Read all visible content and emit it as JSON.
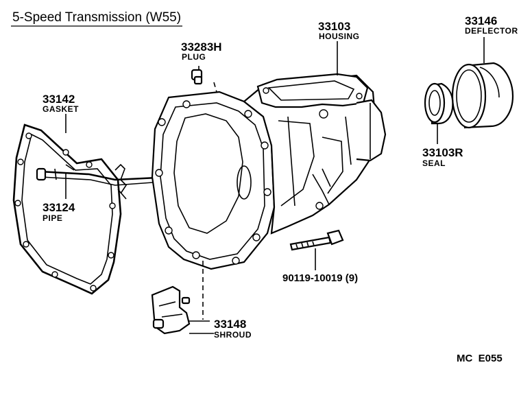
{
  "title": "5-Speed Transmission (W55)",
  "parts": [
    {
      "id": "housing",
      "number": "33103",
      "name": "HOUSING"
    },
    {
      "id": "plug",
      "number": "33283H",
      "name": "PLUG"
    },
    {
      "id": "deflector",
      "number": "33146",
      "name": "DEFLECTOR"
    },
    {
      "id": "gasket",
      "number": "33142",
      "name": "GASKET"
    },
    {
      "id": "pipe",
      "number": "33124",
      "name": "PIPE"
    },
    {
      "id": "seal",
      "number": "33103R",
      "name": "SEAL"
    },
    {
      "id": "bolt",
      "number": "90119-10019 (9)",
      "name": ""
    },
    {
      "id": "shroud",
      "number": "33148",
      "name": "SHROUD"
    }
  ],
  "code": "MC  E055"
}
